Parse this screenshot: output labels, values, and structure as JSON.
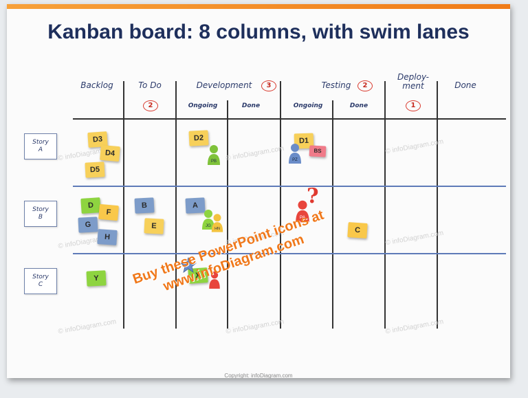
{
  "title": "Kanban board: 8 columns, with swim lanes",
  "columns": [
    {
      "label": "Backlog"
    },
    {
      "label": "To Do",
      "wip": "2"
    },
    {
      "label": "Development",
      "wip": "3",
      "sub": [
        "Ongoing",
        "Done"
      ]
    },
    {
      "label": "Testing",
      "wip": "2",
      "sub": [
        "Ongoing",
        "Done"
      ]
    },
    {
      "label": "Deploy-\nment",
      "wip": "1"
    },
    {
      "label": "Done"
    }
  ],
  "stories": [
    {
      "label": "Story\nA"
    },
    {
      "label": "Story\nB"
    },
    {
      "label": "Story\nC"
    }
  ],
  "notes": {
    "d3": "D3",
    "d4": "D4",
    "d5": "D5",
    "d2": "D2",
    "d1": "D1",
    "d": "D",
    "f": "F",
    "g": "G",
    "h": "H",
    "b": "B",
    "e": "E",
    "a": "A",
    "c": "C",
    "y": "Y",
    "x": "X"
  },
  "people": {
    "pb": "PB",
    "pz": "PZ",
    "bs": "BS",
    "jg": "JG",
    "hn": "HN",
    "pa": "PA"
  },
  "question_mark": "?",
  "watermark": "© infoDiagram.com",
  "promo": {
    "line1": "Buy these PowerPoint icons at",
    "line2": "www.infoDiagram.com"
  },
  "copyright": "Copyright: infoDiagram.com",
  "colors": {
    "title": "#1e2f5c",
    "accent_bar": "#f07b17",
    "wip_circle": "#d93a2e",
    "lane_line": "#5e7ab8",
    "note_yellow": "#f7d05a",
    "note_green": "#8ed440",
    "note_blue": "#7d9cc9",
    "promo": "#f0781a"
  }
}
